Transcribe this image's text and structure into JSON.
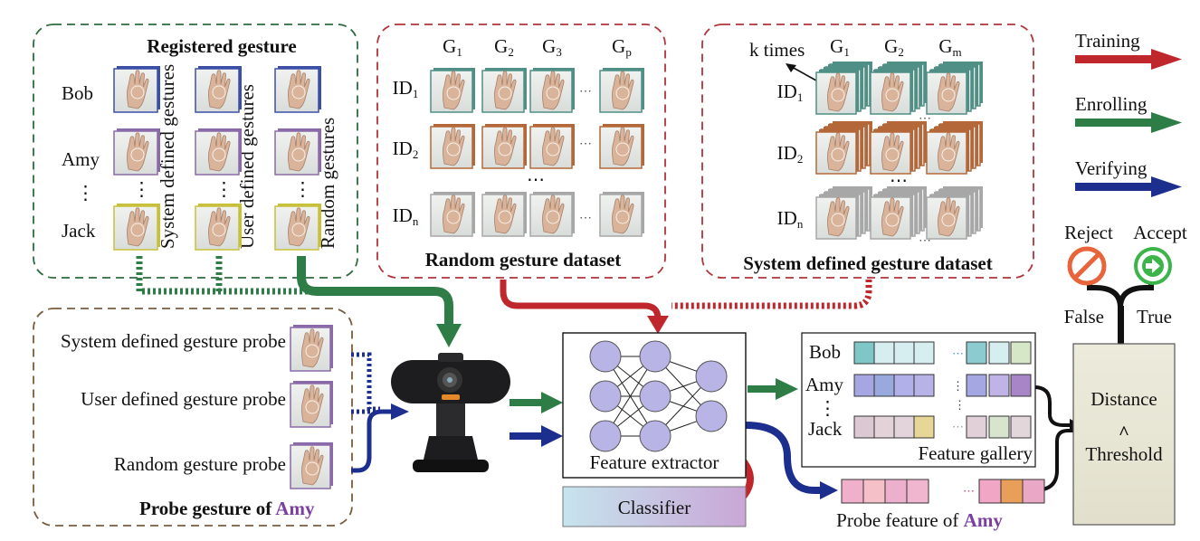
{
  "colors": {
    "training": "#c0272d",
    "enrolling": "#2e7d46",
    "verifying": "#1c2f8f",
    "box_green": "#2e6b3e",
    "box_red": "#b0343a",
    "box_brown": "#7a5c3e",
    "amy": "#7b3fa0",
    "reject": "#e8643a",
    "accept": "#3bb54a"
  },
  "legend": [
    {
      "label": "Training",
      "color_key": "training"
    },
    {
      "label": "Enrolling",
      "color_key": "enrolling"
    },
    {
      "label": "Verifying",
      "color_key": "verifying"
    }
  ],
  "registered": {
    "title": "Registered gesture",
    "users": [
      "Bob",
      "Amy",
      "⋮",
      "Jack"
    ],
    "columns": [
      "System defined gestures",
      "User defined gestures",
      "Random gestures"
    ]
  },
  "random_dataset": {
    "title": "Random gesture dataset",
    "gestures": [
      {
        "base": "G",
        "sub": "1"
      },
      {
        "base": "G",
        "sub": "2"
      },
      {
        "base": "G",
        "sub": "3"
      },
      {
        "base": "G",
        "sub": "p"
      }
    ],
    "ids": [
      {
        "base": "ID",
        "sub": "1"
      },
      {
        "base": "ID",
        "sub": "2"
      },
      {
        "base": "ID",
        "sub": "n"
      }
    ]
  },
  "system_dataset": {
    "title": "System defined gesture dataset",
    "ktimes": "k times",
    "gestures": [
      {
        "base": "G",
        "sub": "1"
      },
      {
        "base": "G",
        "sub": "2"
      },
      {
        "base": "G",
        "sub": "m"
      }
    ],
    "ids": [
      {
        "base": "ID",
        "sub": "1"
      },
      {
        "base": "ID",
        "sub": "2"
      },
      {
        "base": "ID",
        "sub": "n"
      }
    ]
  },
  "probe": {
    "title_prefix": "Probe gesture of ",
    "title_name": "Amy",
    "items": [
      "System defined gesture probe",
      "User defined gesture probe",
      "Random gesture probe"
    ]
  },
  "extractor": {
    "label": "Feature extractor"
  },
  "classifier": {
    "label": "Classifier"
  },
  "gallery": {
    "label": "Feature gallery",
    "users": [
      "Bob",
      "Amy",
      "⋮",
      "Jack"
    ]
  },
  "probe_feature": {
    "prefix": "Probe feature of ",
    "name": "Amy"
  },
  "decision": {
    "distance": "Distance",
    "symbol": "^",
    "threshold": "Threshold",
    "false_label": "False",
    "true_label": "True",
    "reject": "Reject",
    "accept": "Accept"
  }
}
